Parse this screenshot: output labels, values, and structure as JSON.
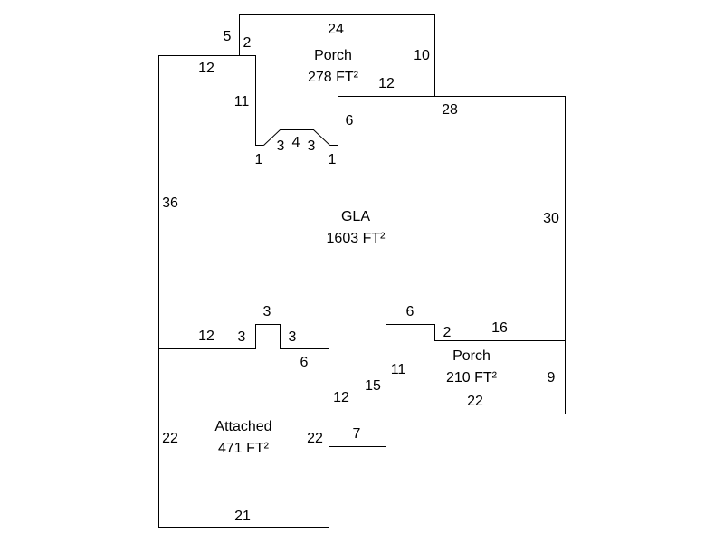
{
  "sketch": {
    "areas": [
      {
        "id": "porch-top",
        "name": "Porch",
        "size": "278 FT²"
      },
      {
        "id": "gla",
        "name": "GLA",
        "size": "1603 FT²"
      },
      {
        "id": "porch-right",
        "name": "Porch",
        "size": "210 FT²"
      },
      {
        "id": "garage",
        "name": "Attached",
        "size": "471 FT²"
      }
    ],
    "dimensions": {
      "porch_top": [
        "24",
        "5",
        "2",
        "10",
        "12",
        "11",
        "12",
        "6",
        "1",
        "3",
        "4",
        "3",
        "1"
      ],
      "gla": [
        "28",
        "30",
        "36",
        "6",
        "2",
        "16",
        "11",
        "15",
        "7",
        "12",
        "6",
        "3",
        "3",
        "3",
        "12"
      ],
      "porch_right": [
        "2",
        "16",
        "9",
        "22",
        "11",
        "6"
      ],
      "garage": [
        "22",
        "22",
        "21",
        "12",
        "3",
        "3",
        "3",
        "6"
      ]
    },
    "labels": [
      {
        "text": "24"
      },
      {
        "text": "5"
      },
      {
        "text": "2"
      },
      {
        "text": "10"
      },
      {
        "text": "12"
      },
      {
        "text": "12"
      },
      {
        "text": "11"
      },
      {
        "text": "6"
      },
      {
        "text": "28"
      },
      {
        "text": "1"
      },
      {
        "text": "3"
      },
      {
        "text": "4"
      },
      {
        "text": "3"
      },
      {
        "text": "1"
      },
      {
        "text": "36"
      },
      {
        "text": "30"
      },
      {
        "text": "3"
      },
      {
        "text": "6"
      },
      {
        "text": "12"
      },
      {
        "text": "3"
      },
      {
        "text": "3"
      },
      {
        "text": "2"
      },
      {
        "text": "16"
      },
      {
        "text": "6"
      },
      {
        "text": "11"
      },
      {
        "text": "9"
      },
      {
        "text": "22"
      },
      {
        "text": "15"
      },
      {
        "text": "12"
      },
      {
        "text": "22"
      },
      {
        "text": "22"
      },
      {
        "text": "7"
      },
      {
        "text": "21"
      }
    ]
  }
}
